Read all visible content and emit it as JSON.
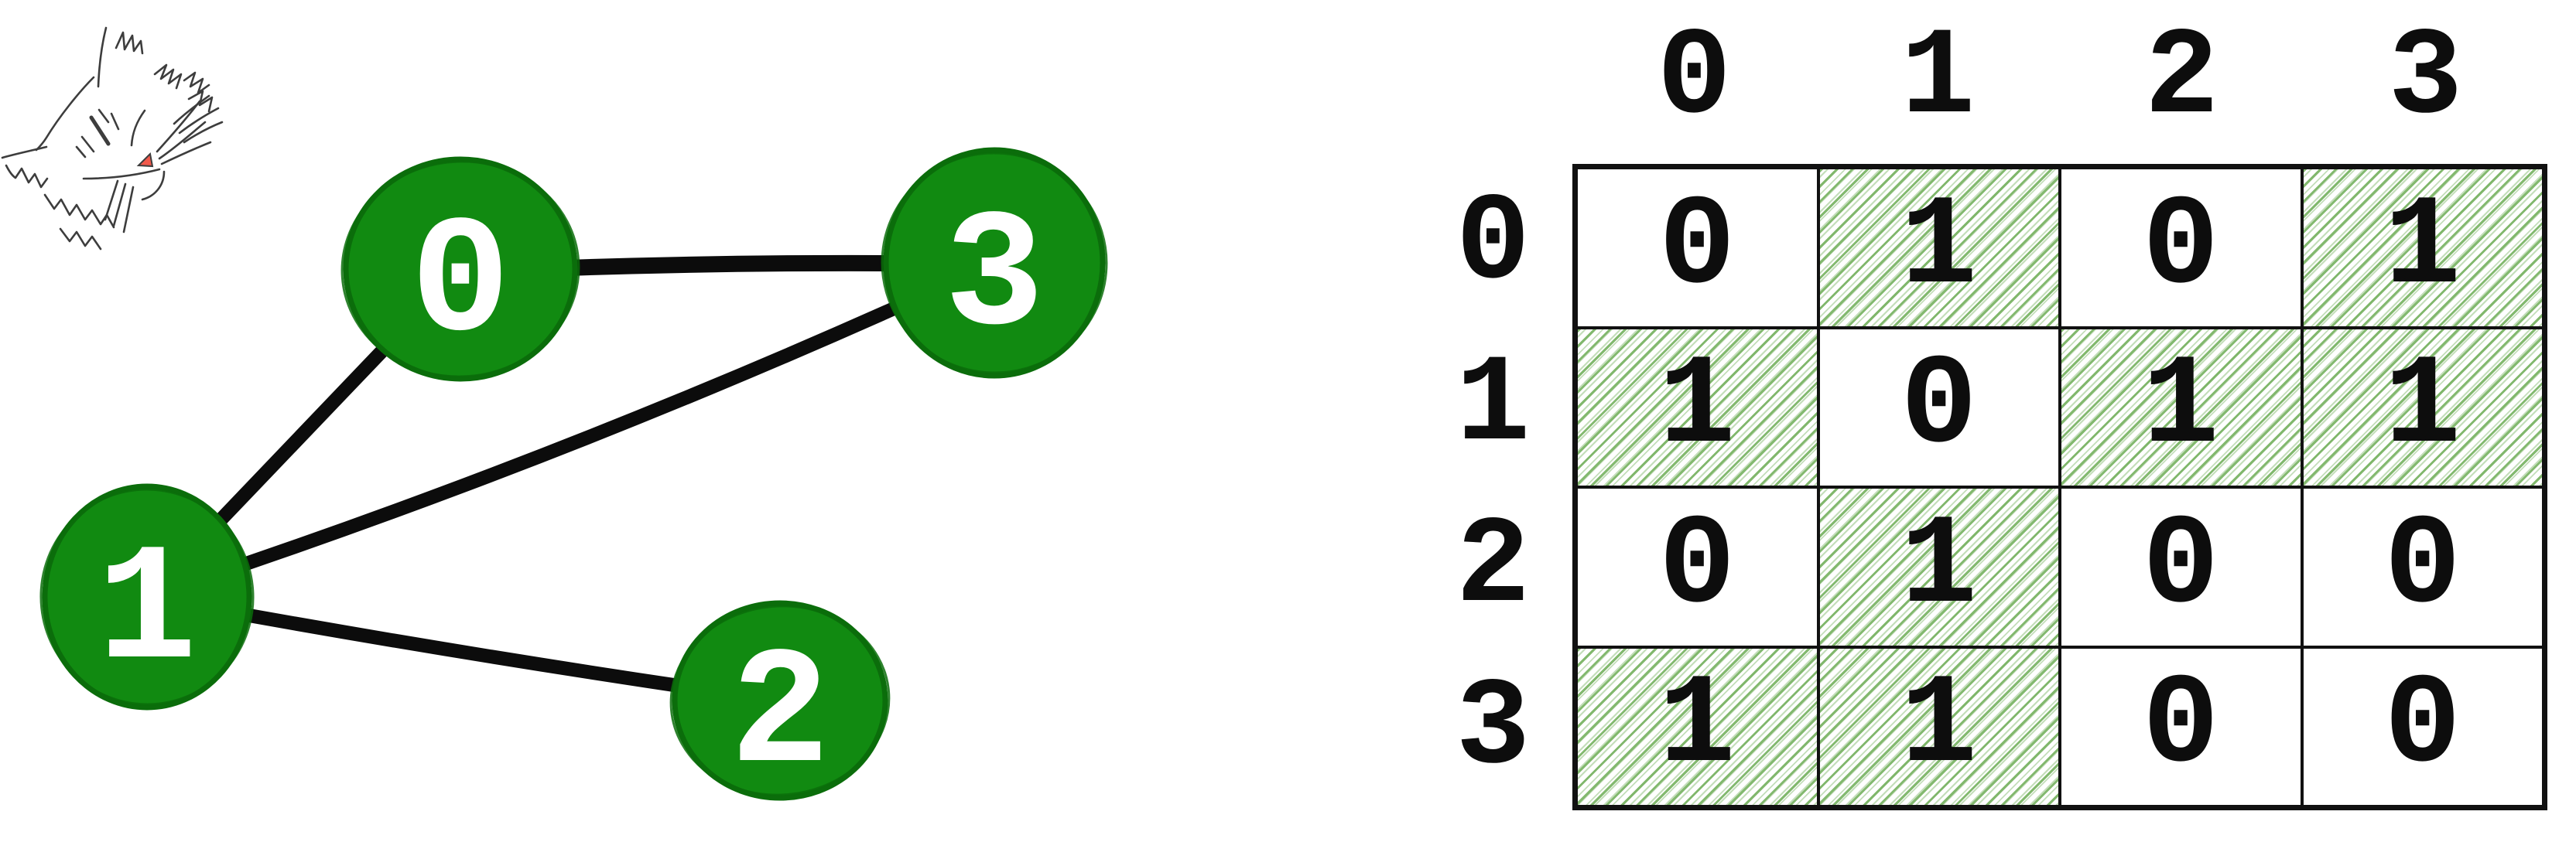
{
  "scene": {
    "background": "#ffffff",
    "description": "hand-drawn graph with adjacency matrix"
  },
  "decor": {
    "cat_doodle": "sketched cat face in top-left corner",
    "cat_stroke_color": "#3d3d3d",
    "cat_nose_color": "#f2594b"
  },
  "graph": {
    "node_fill_color": "#118a11",
    "node_outline_color": "#0b6d0b",
    "node_label_color": "#ffffff",
    "edge_color": "#0c0c0c",
    "nodes": [
      {
        "label": "0"
      },
      {
        "label": "1"
      },
      {
        "label": "2"
      },
      {
        "label": "3"
      }
    ],
    "edges": [
      {
        "from": "0",
        "to": "3"
      },
      {
        "from": "0",
        "to": "1"
      },
      {
        "from": "1",
        "to": "3"
      },
      {
        "from": "1",
        "to": "2"
      }
    ]
  },
  "matrix": {
    "col_headers": [
      "0",
      "1",
      "2",
      "3"
    ],
    "row_headers": [
      "0",
      "1",
      "2",
      "3"
    ],
    "rows": [
      [
        "0",
        "1",
        "0",
        "1"
      ],
      [
        "1",
        "0",
        "1",
        "1"
      ],
      [
        "0",
        "1",
        "0",
        "0"
      ],
      [
        "1",
        "1",
        "0",
        "0"
      ]
    ],
    "hatch_value": "1",
    "hatch_color": "#7cb567",
    "grid_color": "#111111",
    "text_color": "#0d0d0d"
  }
}
